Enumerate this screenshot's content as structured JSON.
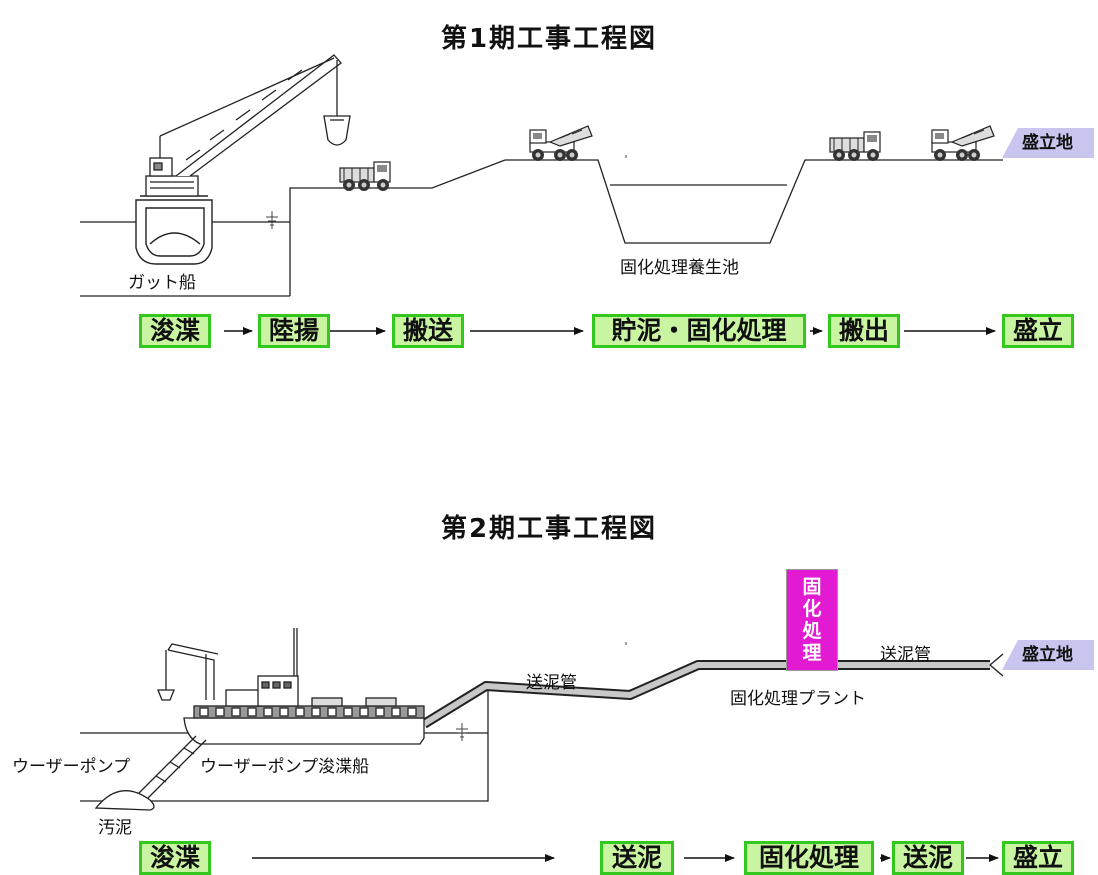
{
  "phase1": {
    "title": "第1期工事工程図",
    "labels": {
      "barge": "ガット船",
      "curing_pond": "固化処理養生池",
      "landfill": "盛立地"
    },
    "steps": [
      "浚渫",
      "陸揚",
      "搬送",
      "貯泥・固化処理",
      "搬出",
      "盛立"
    ]
  },
  "phase2": {
    "title": "第2期工事工程図",
    "labels": {
      "plant_vertical": [
        "固",
        "化",
        "処",
        "理"
      ],
      "pipe_left": "送泥管",
      "pipe_right": "送泥管",
      "plant": "固化処理プラント",
      "pump": "ウーザーポンプ",
      "dredger": "ウーザーポンプ浚渫船",
      "sludge": "汚泥",
      "landfill": "盛立地"
    },
    "steps": [
      "浚渫",
      "送泥",
      "固化処理",
      "送泥",
      "盛立"
    ]
  },
  "colors": {
    "step_fill": "#c9f5a3",
    "step_border": "#32c81e",
    "plant_fill": "#e21bd3",
    "landfill_fill": "#c8c5ee"
  }
}
